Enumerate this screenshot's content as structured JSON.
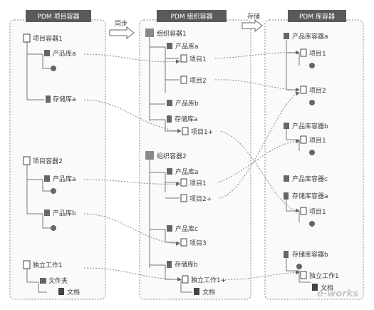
{
  "columns": [
    {
      "header": "PDM 项目容器"
    },
    {
      "header": "PDM 组织容器"
    },
    {
      "header": "PDM 库容器"
    }
  ],
  "flow_labels": {
    "first": "同步",
    "second": "存储"
  },
  "left_column": {
    "project1": "项目容器1",
    "product_lib_a": "产品库a",
    "storage_lib_a": "存储库a",
    "project2": "项目容器2",
    "product_lib_b_top": "产品库a",
    "product_lib_b": "产品库b",
    "independent_work": "独立工作1",
    "folder": "文件夹",
    "document": "文档"
  },
  "middle_column": {
    "org1": "组织容器1",
    "prod_a1": "产品库a",
    "item1": "项目1",
    "item2": "项目2",
    "prod_b1": "产品库b",
    "storage_a": "存储库a",
    "item1_3": "项目1+",
    "org2": "组织容器2",
    "prod_a2": "产品库a",
    "item2_1": "项目1",
    "item2_2": "项目2+",
    "prod_c2": "产品库c",
    "item2_3": "项目3",
    "storage_b": "存储库b",
    "independent_work": "独立工作1+",
    "document": "文档"
  },
  "right_column": {
    "lib_a": "产品库容器a",
    "lib_a_item1": "项目1",
    "lib_a_item2": "项目2",
    "lib_b": "产品库容器b",
    "lib_b_item1": "项目1",
    "lib_c": "产品库容器c",
    "storage_a": "存储库容器a",
    "storage_a_item": "项目1",
    "storage_b": "存储库容器b",
    "storage_b_work": "独立工作1",
    "document": "文档"
  },
  "watermark": "e-works"
}
